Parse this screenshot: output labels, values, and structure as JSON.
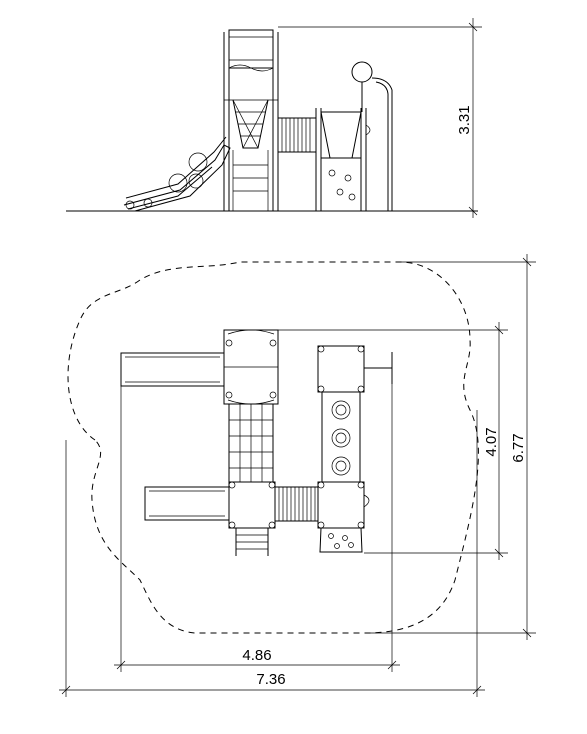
{
  "drawing": {
    "elevation_view": {
      "height_dim": "3.31"
    },
    "plan_view": {
      "depth_dim": "4.07",
      "total_depth_dim": "6.77",
      "width_dim": "4.86",
      "total_width_dim": "7.36"
    }
  }
}
